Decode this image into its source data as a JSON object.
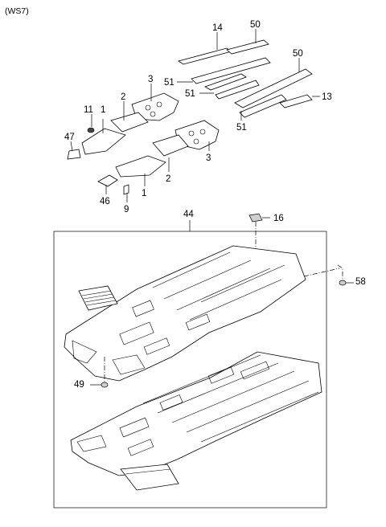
{
  "model_code": "(WS7)",
  "callouts": {
    "c14": "14",
    "c50_top": "50",
    "c51_a": "51",
    "c51_b": "51",
    "c50_right": "50",
    "c13": "13",
    "c51_c": "51",
    "c11": "11",
    "c1_top": "1",
    "c2_top": "2",
    "c3_top": "3",
    "c47": "47",
    "c3_mid": "3",
    "c2_mid": "2",
    "c1_mid": "1",
    "c46": "46",
    "c9": "9",
    "c44": "44",
    "c16": "16",
    "c58": "58",
    "c49": "49"
  }
}
